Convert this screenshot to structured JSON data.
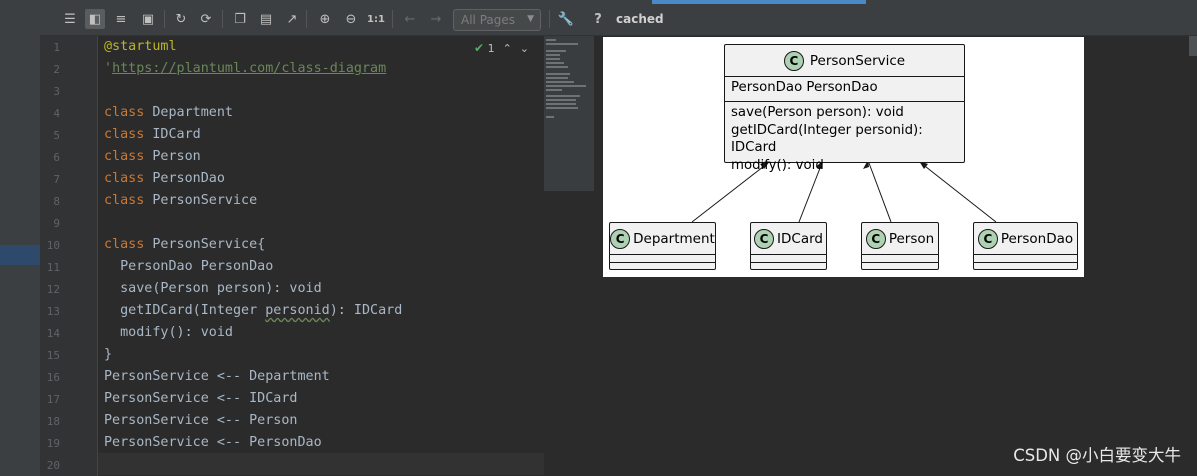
{
  "toolbar": {
    "icons": [
      "list-icon",
      "layout-split-icon",
      "layout-stack-icon",
      "image-icon",
      "refresh-icon",
      "sync-icon",
      "copy-icon",
      "save-icon",
      "export-icon",
      "zoom-in-icon",
      "zoom-out-icon",
      "actual-size-icon",
      "arrow-left-icon",
      "arrow-right-icon",
      "wrench-icon",
      "help-icon"
    ],
    "actual_size_label": "1:1",
    "pages_select": "All Pages",
    "help_label": "?",
    "status": "cached"
  },
  "editor": {
    "inspection_count": "1",
    "line_numbers": [
      "1",
      "2",
      "3",
      "4",
      "5",
      "6",
      "7",
      "8",
      "9",
      "10",
      "11",
      "12",
      "13",
      "14",
      "15",
      "16",
      "17",
      "18",
      "19",
      "20"
    ],
    "lines": {
      "l1": "@startuml",
      "l2_quote": "'",
      "l2_url": "https://plantuml.com/class-diagram",
      "kw_class": "class",
      "l4": "Department",
      "l5": "IDCard",
      "l6": "Person",
      "l7": "PersonDao",
      "l8": "PersonService",
      "l10": "PersonService{",
      "l11": "  PersonDao PersonDao",
      "l12": "  save(Person person): void",
      "l13_a": "  getIDCard(Integer ",
      "l13_b": "personid",
      "l13_c": "): IDCard",
      "l14": "  modify(): void",
      "l15": "}",
      "l16": "PersonService <-- Department",
      "l17": "PersonService <-- IDCard",
      "l18": "PersonService <-- Person",
      "l19": "PersonService <-- PersonDao"
    }
  },
  "diagram": {
    "badge": "C",
    "main_class": {
      "name": "PersonService",
      "field": "PersonDao PersonDao",
      "methods": [
        "save(Person person): void",
        "getIDCard(Integer personid): IDCard",
        "modify(): void"
      ]
    },
    "classes": [
      "Department",
      "IDCard",
      "Person",
      "PersonDao"
    ]
  },
  "watermark": "CSDN @小白要变大牛"
}
